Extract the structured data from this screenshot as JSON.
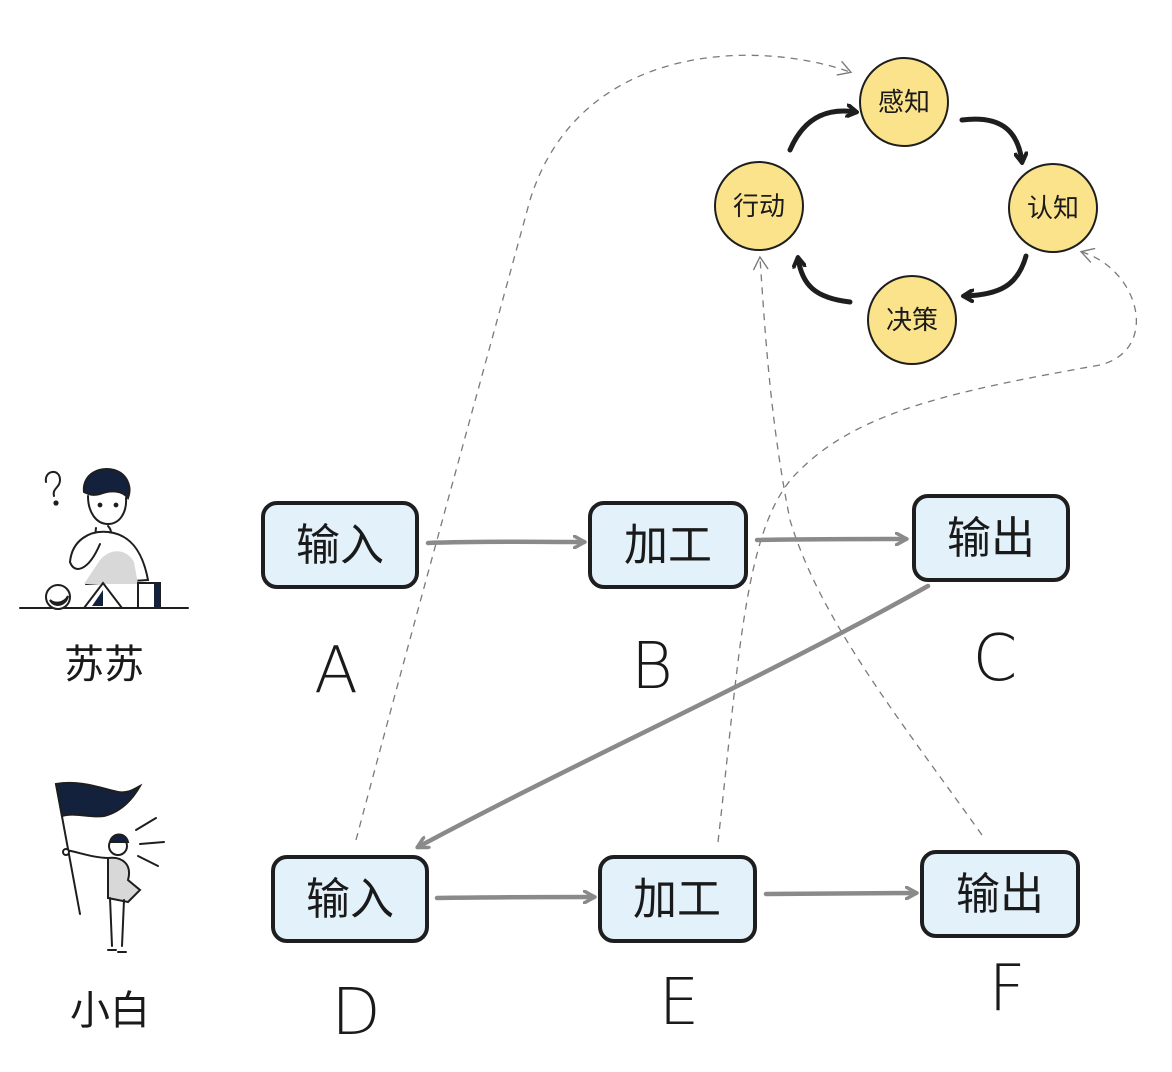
{
  "colors": {
    "box_fill": "#e3f1fb",
    "box_stroke": "#1e1e1e",
    "circle_fill": "#fbe38c",
    "arrow_gray": "#8a8a8a",
    "dashed": "#7a7a7a",
    "cycle_arrow": "#1e1e1e"
  },
  "people": {
    "top": {
      "name": "苏苏",
      "icon": "thinking-person-icon"
    },
    "bottom": {
      "name": "小白",
      "icon": "flag-person-icon"
    }
  },
  "flow_top": {
    "nodes": [
      {
        "label": "输入",
        "letter": "A"
      },
      {
        "label": "加工",
        "letter": "B"
      },
      {
        "label": "输出",
        "letter": "C"
      }
    ]
  },
  "flow_bottom": {
    "nodes": [
      {
        "label": "输入",
        "letter": "D"
      },
      {
        "label": "加工",
        "letter": "E"
      },
      {
        "label": "输出",
        "letter": "F"
      }
    ]
  },
  "cycle": {
    "nodes": [
      {
        "label": "感知"
      },
      {
        "label": "认知"
      },
      {
        "label": "决策"
      },
      {
        "label": "行动"
      }
    ]
  }
}
